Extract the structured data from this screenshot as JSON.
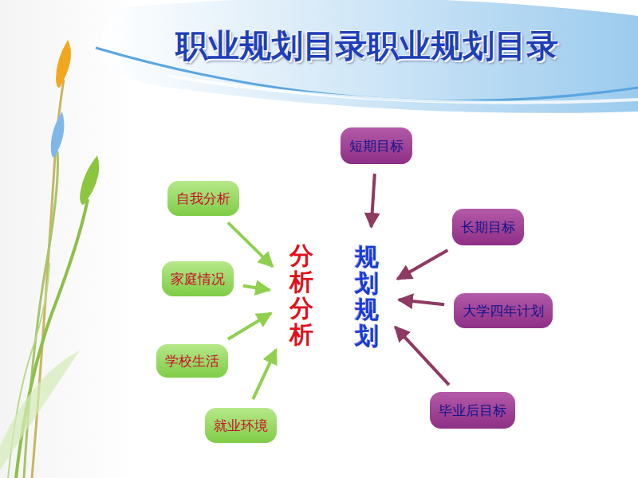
{
  "diagram": {
    "title": "职业规划目录职业规划目录",
    "nodes": [
      {
        "text": [
          "短期目标"
        ]
      },
      {
        "text": [
          "自我分析"
        ]
      },
      {
        "text": [
          "长期目标"
        ]
      },
      {
        "text": [
          "分析分析"
        ]
      },
      {
        "text": [
          "规划规划"
        ]
      },
      {
        "text": [
          "家庭情况"
        ]
      },
      {
        "text": [
          "大学四年计划"
        ]
      },
      {
        "text": [
          "学校生活"
        ]
      },
      {
        "text": [
          "毕业后目标"
        ]
      },
      {
        "text": [
          "就业环境"
        ]
      }
    ],
    "edges": [
      {
        "from": 1,
        "to": 3,
        "arrow": "to"
      },
      {
        "from": 5,
        "to": 3,
        "arrow": "to"
      },
      {
        "from": 7,
        "to": 3,
        "arrow": "to"
      },
      {
        "from": 9,
        "to": 3,
        "arrow": "to"
      },
      {
        "from": 0,
        "to": 4,
        "arrow": "to"
      },
      {
        "from": 2,
        "to": 4,
        "arrow": "to"
      },
      {
        "from": 6,
        "to": 4,
        "arrow": "to"
      },
      {
        "from": 8,
        "to": 4,
        "arrow": "to"
      }
    ]
  }
}
